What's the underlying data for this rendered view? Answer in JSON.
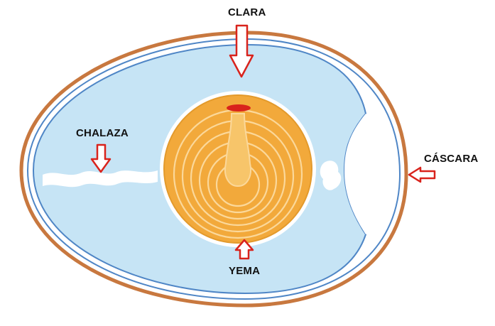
{
  "labels": {
    "clara": "CLARA",
    "chalaza": "CHALAZA",
    "cascara": "CÁSCARA",
    "yema": "YEMA"
  },
  "colors": {
    "shell": "#c8783f",
    "membrane": "#4f86c6",
    "albumen": "#c6e4f5",
    "yolk_outer": "#f2a93b",
    "yolk_inner": "#f7c56a",
    "germinal_disc": "#d9231c",
    "arrow": "#d9231c",
    "air_cell": "#ffffff"
  },
  "icons": {
    "clara_arrow": "arrow-down-icon",
    "chalaza_arrow": "arrow-down-icon",
    "cascara_arrow": "arrow-left-icon",
    "yema_arrow": "arrow-up-icon"
  }
}
